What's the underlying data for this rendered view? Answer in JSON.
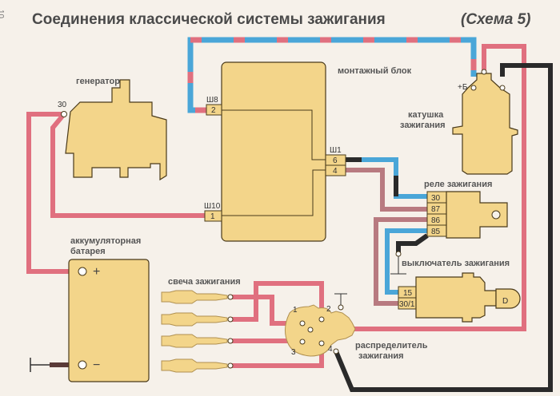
{
  "page_number": "10",
  "title": "Соединения классической системы зажигания",
  "scheme_label": "(Схема 5)",
  "components": {
    "generator": {
      "label": "генератор",
      "terminal": "30"
    },
    "mounting_block": {
      "label": "монтажный блок",
      "connectors": {
        "sh8": {
          "name": "Ш8",
          "pins": [
            "2"
          ]
        },
        "sh10": {
          "name": "Ш10",
          "pins": [
            "1"
          ]
        },
        "sh1": {
          "name": "Ш1",
          "pins": [
            "6",
            "4"
          ]
        }
      }
    },
    "coil": {
      "label_line1": "катушка",
      "label_line2": "зажигания",
      "terminal": "+Б"
    },
    "relay": {
      "label": "реле зажигания",
      "pins": [
        "30",
        "87",
        "86",
        "85"
      ]
    },
    "ignition_switch": {
      "label": "выключатель зажигания",
      "pins": [
        "15",
        "30/1"
      ]
    },
    "battery": {
      "label_line1": "аккумуляторная",
      "label_line2": "батарея",
      "plus": "+",
      "minus": "−"
    },
    "spark_plug": {
      "label": "свеча зажигания"
    },
    "distributor": {
      "label_line1": "распределитель",
      "label_line2": "зажигания",
      "terminals": [
        "1",
        "2",
        "3",
        "4"
      ]
    }
  },
  "colors": {
    "body_fill": "#f3d58a",
    "wire_pink": "#e0707f",
    "wire_blue": "#4aa6d8",
    "wire_black": "#2a2a2a",
    "wire_brown_pink": "#b87a80",
    "outline": "#4a3a1a"
  }
}
